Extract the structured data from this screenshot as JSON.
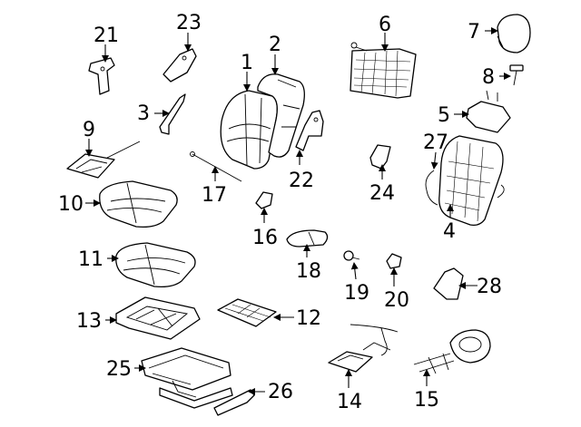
{
  "callouts": {
    "c1": "1",
    "c2": "2",
    "c3": "3",
    "c4": "4",
    "c5": "5",
    "c6": "6",
    "c7": "7",
    "c8": "8",
    "c9": "9",
    "c10": "10",
    "c11": "11",
    "c12": "12",
    "c13": "13",
    "c14": "14",
    "c15": "15",
    "c16": "16",
    "c17": "17",
    "c18": "18",
    "c19": "19",
    "c20": "20",
    "c21": "21",
    "c22": "22",
    "c23": "23",
    "c24": "24",
    "c25": "25",
    "c26": "26",
    "c27": "27",
    "c28": "28"
  },
  "colors": {
    "line": "#000000",
    "background": "#ffffff"
  }
}
